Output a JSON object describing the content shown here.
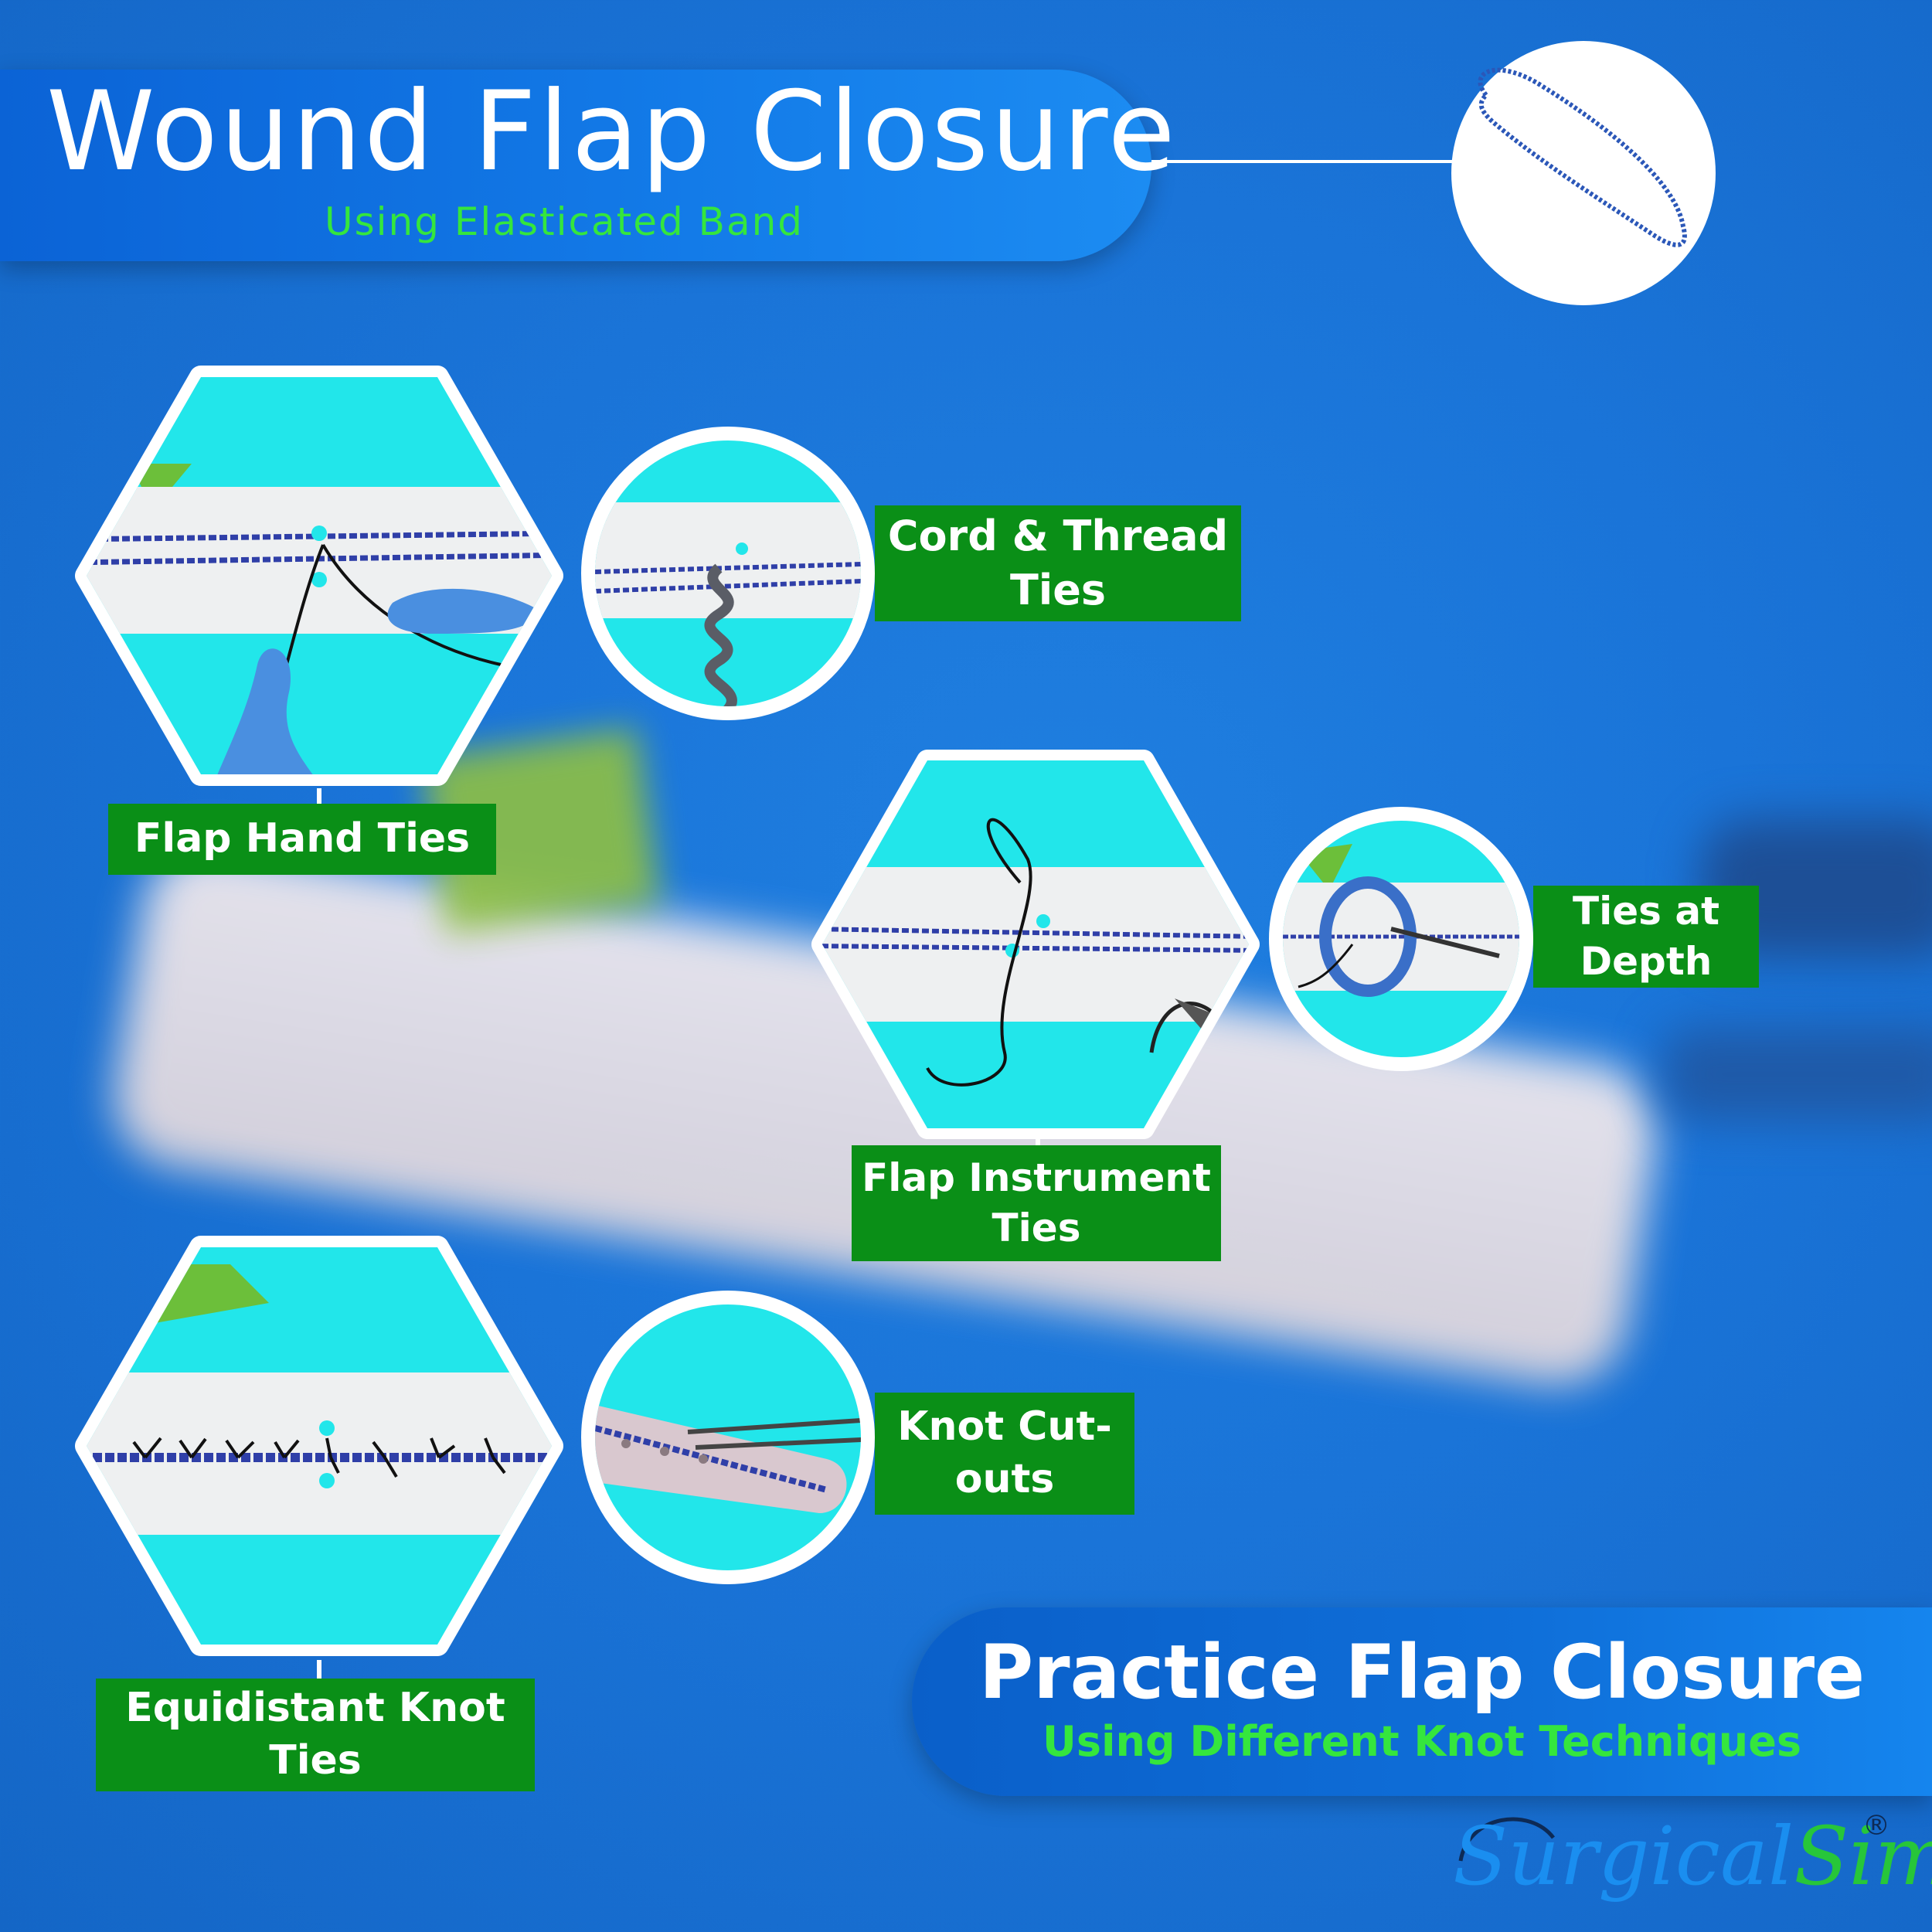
{
  "header": {
    "title": "Wound Flap Closure",
    "subtitle": "Using Elasticated Band"
  },
  "panels": {
    "flap_hand_ties": "Flap Hand Ties",
    "cord_thread_ties": "Cord & Thread Ties",
    "flap_instrument_ties": "Flap Instrument Ties",
    "ties_at_depth": "Ties at Depth",
    "equidistant_knot_ties": "Equidistant Knot Ties",
    "knot_cutouts": "Knot Cut-outs"
  },
  "footer": {
    "title": "Practice Flap Closure",
    "subtitle": "Using Different Knot Techniques"
  },
  "logo": {
    "part1": "Surgical",
    "part2": "Sim",
    "registered": "®"
  },
  "colors": {
    "background": "#1a74d8",
    "banner": "#137be8",
    "label_green": "#0a8f17",
    "accent_green": "#35e63d",
    "panel_cyan": "#22e6ea",
    "cord_blue": "#2f3fa8"
  }
}
